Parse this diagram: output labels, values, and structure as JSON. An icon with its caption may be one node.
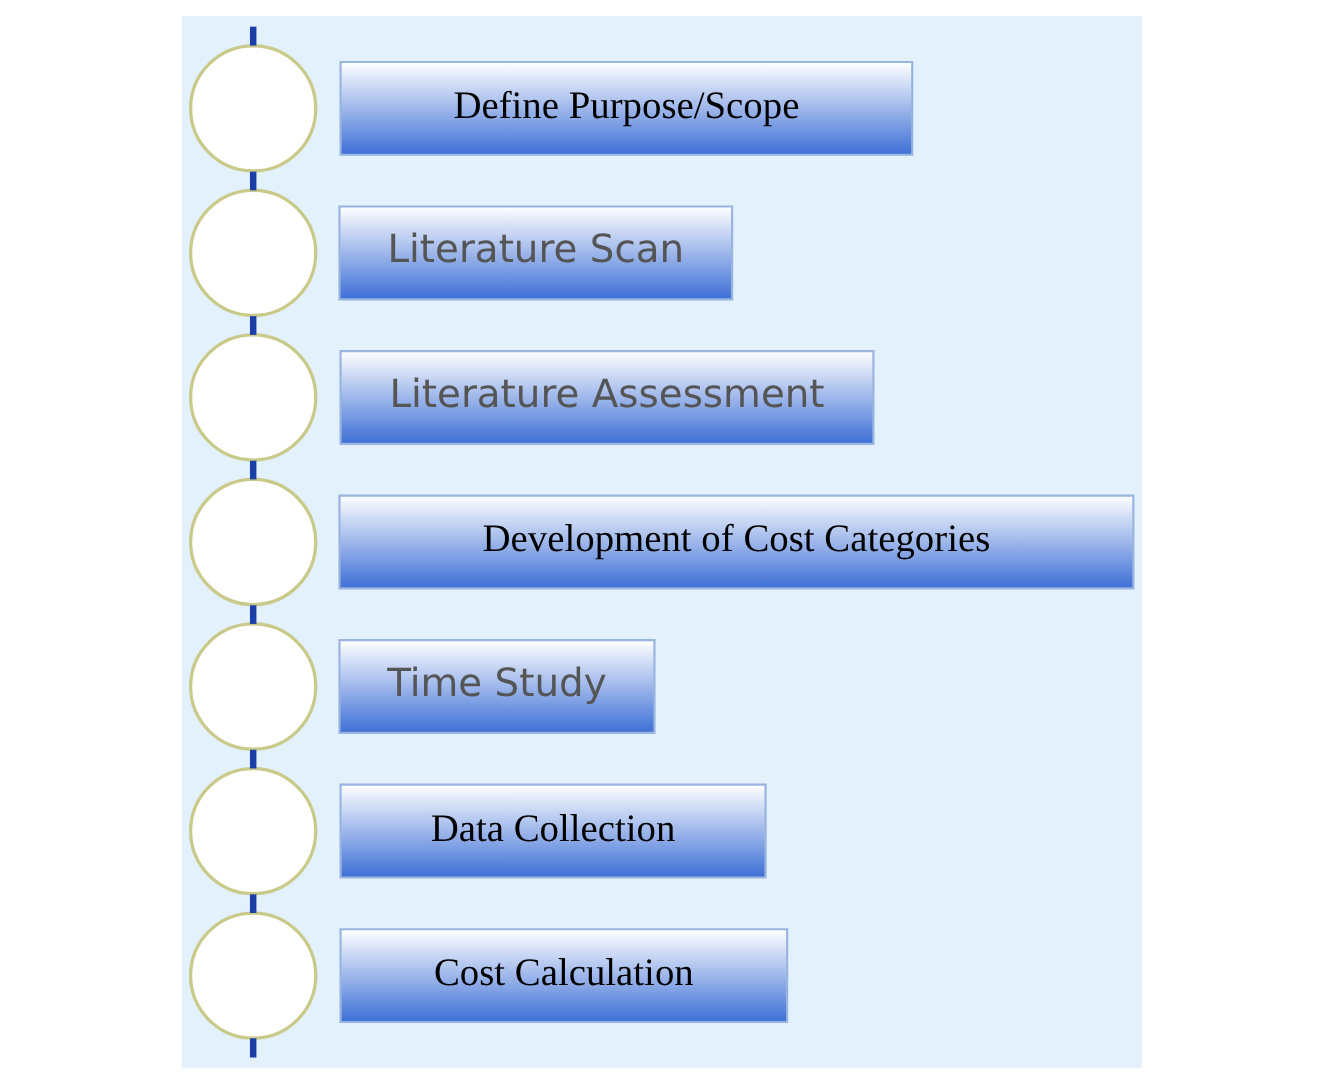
{
  "diagram": {
    "nodes": [
      {
        "text": [],
        "shape": "circle"
      },
      {
        "text": [
          "Define Purpose/Scope"
        ]
      },
      {
        "text": [],
        "shape": "circle"
      },
      {
        "text": [
          "Literature Scan"
        ]
      },
      {
        "text": [],
        "shape": "circle"
      },
      {
        "text": [
          "Literature Assessment"
        ]
      },
      {
        "text": [],
        "shape": "circle"
      },
      {
        "text": [
          "Development of Cost Categories"
        ]
      },
      {
        "text": [],
        "shape": "circle"
      },
      {
        "text": [
          "Time Study"
        ]
      },
      {
        "text": [],
        "shape": "circle"
      },
      {
        "text": [
          "Data Collection"
        ]
      },
      {
        "text": [],
        "shape": "circle"
      },
      {
        "text": [
          "Cost Calculation"
        ]
      }
    ],
    "edges": [
      {
        "from": null,
        "to": 0,
        "arrow": "none"
      },
      {
        "from": 0,
        "to": 2,
        "arrow": "none"
      },
      {
        "from": 2,
        "to": 4,
        "arrow": "none"
      },
      {
        "from": 4,
        "to": 6,
        "arrow": "none"
      },
      {
        "from": 6,
        "to": 8,
        "arrow": "none"
      },
      {
        "from": 8,
        "to": 10,
        "arrow": "none"
      },
      {
        "from": 10,
        "to": 12,
        "arrow": "none"
      },
      {
        "from": 12,
        "to": null,
        "arrow": "none"
      }
    ]
  }
}
